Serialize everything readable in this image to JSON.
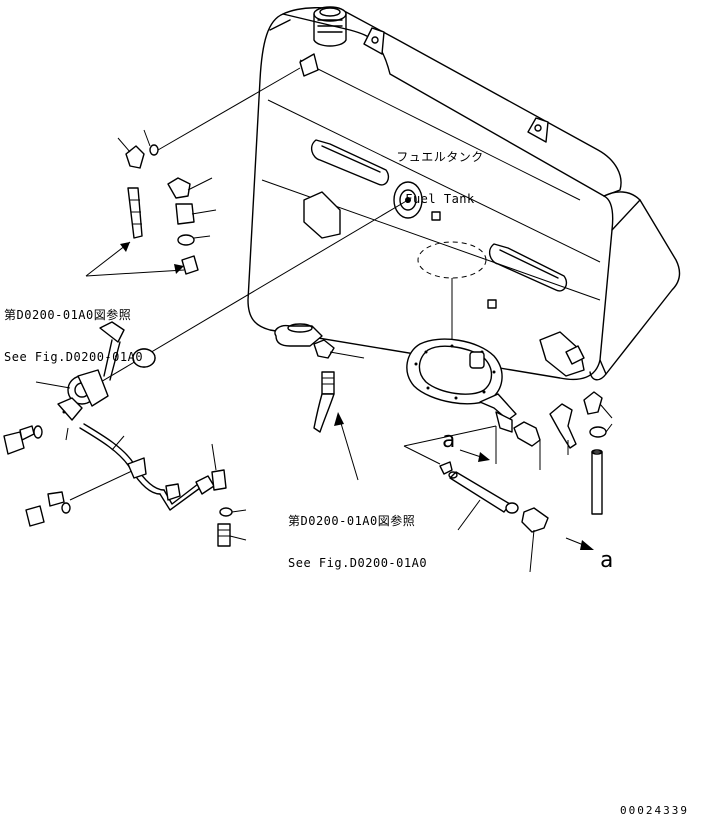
{
  "tank_label": {
    "jp": "フュエルタンク",
    "en": "Fuel Tank"
  },
  "ref_left": {
    "jp": "第D0200-01A0図参照",
    "en": "See Fig.D0200-01A0"
  },
  "ref_center": {
    "jp": "第D0200-01A0図参照",
    "en": "See Fig.D0200-01A0"
  },
  "callout_letter": "a",
  "drawing_number": "00024339"
}
